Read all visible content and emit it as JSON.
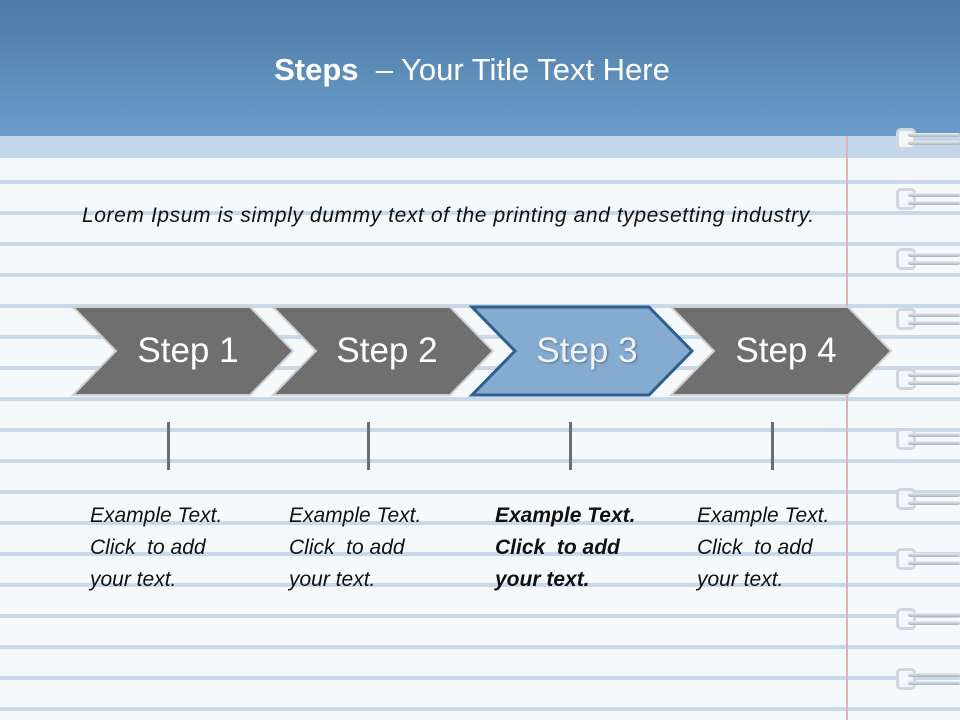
{
  "header": {
    "title_bold": "Steps",
    "title_rest": "  – Your Title Text Here"
  },
  "intro_text": "Lorem Ipsum is simply dummy text of the printing and typesetting industry.",
  "steps": [
    {
      "label": "Step 1",
      "lines": [
        "Example Text.",
        "Click  to add",
        "your text."
      ]
    },
    {
      "label": "Step 2",
      "lines": [
        "Example Text.",
        "Click  to add",
        "your text."
      ]
    },
    {
      "label": "Step 3",
      "lines": [
        "Example Text.",
        "Click  to add",
        "your text."
      ]
    },
    {
      "label": "Step 4",
      "lines": [
        "Example Text.",
        "Click  to add",
        "your text."
      ]
    }
  ],
  "active_step": 3,
  "colors": {
    "header_top": "#4d7aa6",
    "header_bottom": "#6b9cc9",
    "step_fill": "#6f6f6f",
    "step_active_fill": "#86abd1",
    "step_active_border": "#2f5f8f"
  }
}
